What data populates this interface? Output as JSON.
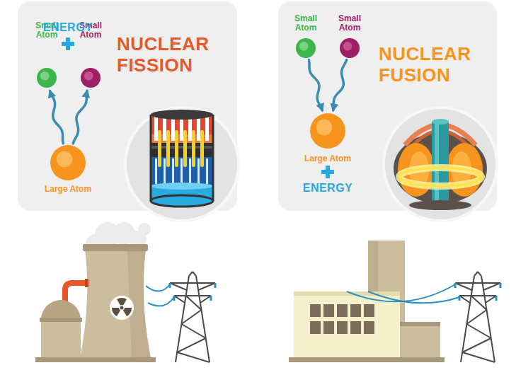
{
  "diagram": {
    "nodes": [
      {
        "text": [
          "NUCLEAR FISSION"
        ]
      },
      {
        "text": [
          "Small Atom"
        ],
        "in": 0
      },
      {
        "text": [
          "Small Atom"
        ],
        "in": 0
      },
      {
        "text": [
          "Large Atom"
        ],
        "in": 0
      },
      {
        "text": [
          "NUCLEAR FUSION"
        ]
      },
      {
        "text": [
          "Small Atom"
        ],
        "in": 4
      },
      {
        "text": [
          "Small Atom"
        ],
        "in": 4
      },
      {
        "text": [
          "Large Atom"
        ],
        "in": 4
      }
    ],
    "edges": [
      {
        "from": 3,
        "to": 1,
        "arrow": "to"
      },
      {
        "from": 3,
        "to": 2,
        "arrow": "to"
      },
      {
        "from": 5,
        "to": 7,
        "arrow": "to"
      },
      {
        "from": 6,
        "to": 7,
        "arrow": "to"
      }
    ],
    "labels": [
      "ENERGY",
      "ENERGY"
    ]
  }
}
